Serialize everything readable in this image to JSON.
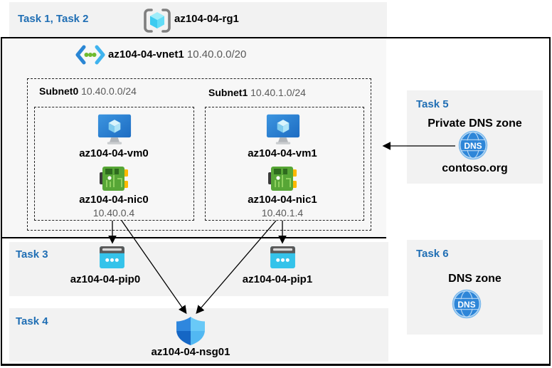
{
  "colors": {
    "task_label_blue": "#1f6eb4",
    "secondary_text_gray": "#595959",
    "band_background": "#f2f2f2",
    "vnet_background": "#f7f7f7",
    "dns_icon_blue": "#2e86d8",
    "nsg_shield_blue": "#2f87de",
    "pip_cyan": "#35c3ea",
    "nic_green": "#57a636"
  },
  "header_band": {
    "task_label": "Task 1, Task 2",
    "rg_name": "az104-04-rg1"
  },
  "vnet": {
    "name": "az104-04-vnet1",
    "cidr": "10.40.0.0/20",
    "subnets": [
      {
        "name": "Subnet0",
        "cidr": "10.40.0.0/24",
        "vm": "az104-04-vm0",
        "nic": "az104-04-nic0",
        "ip": "10.40.0.4"
      },
      {
        "name": "Subnet1",
        "cidr": "10.40.1.0/24",
        "vm": "az104-04-vm1",
        "nic": "az104-04-nic1",
        "ip": "10.40.1.4"
      }
    ]
  },
  "task3": {
    "label": "Task 3",
    "pips": [
      "az104-04-pip0",
      "az104-04-pip1"
    ]
  },
  "task4": {
    "label": "Task 4",
    "nsg": "az104-04-nsg01"
  },
  "task5": {
    "label": "Task 5",
    "title": "Private DNS zone",
    "zone": "contoso.org",
    "icon_text": "DNS"
  },
  "task6": {
    "label": "Task 6",
    "title": "DNS zone",
    "icon_text": "DNS"
  }
}
